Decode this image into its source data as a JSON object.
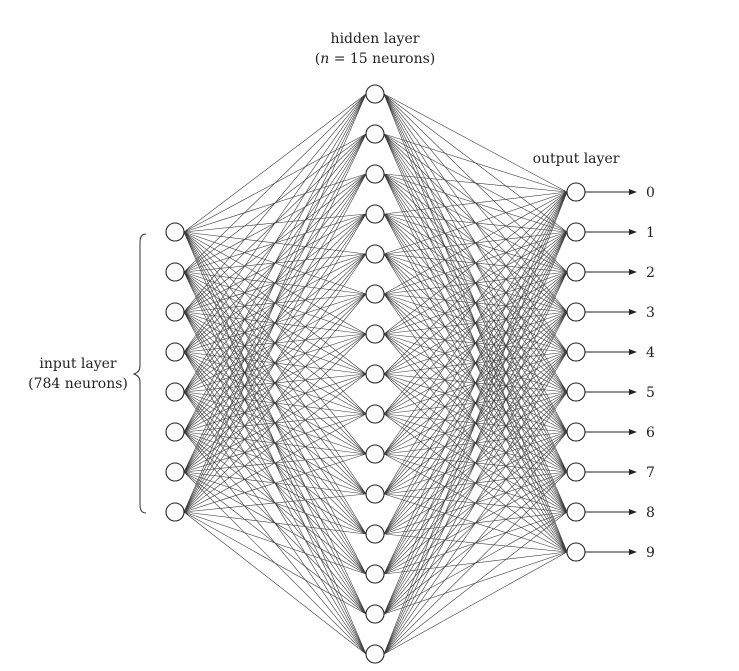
{
  "hidden_layer": {
    "title": "hidden layer",
    "subtitle_prefix": "(",
    "subtitle_n": "n",
    "subtitle_rest": " = 15 neurons)"
  },
  "output_layer": {
    "title": "output layer",
    "labels": [
      "0",
      "1",
      "2",
      "3",
      "4",
      "5",
      "6",
      "7",
      "8",
      "9"
    ]
  },
  "input_layer": {
    "title": "input layer",
    "subtitle": "(784 neurons)"
  },
  "counts": {
    "input_shown": 8,
    "hidden": 15,
    "output": 10
  },
  "colors": {
    "line": "#3a3a3a",
    "node_stroke": "#222222",
    "node_fill": "#ffffff"
  }
}
